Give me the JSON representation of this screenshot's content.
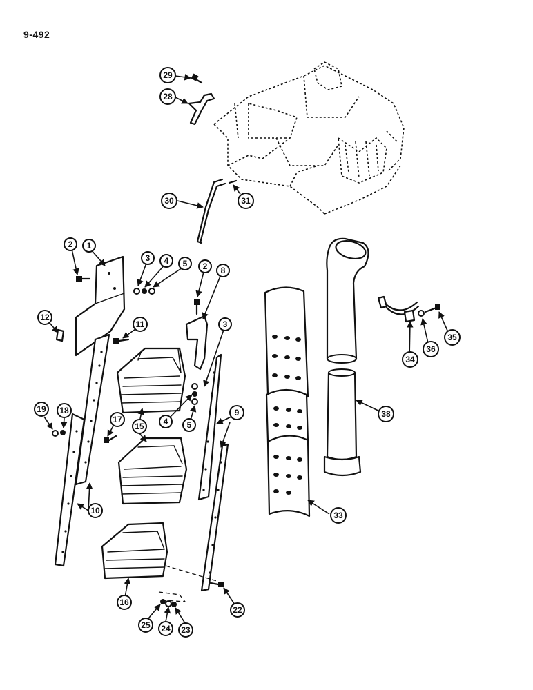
{
  "page_number": "9-492",
  "callouts": [
    "1",
    "2",
    "2",
    "3",
    "3",
    "4",
    "4",
    "5",
    "5",
    "8",
    "9",
    "10",
    "11",
    "12",
    "15",
    "16",
    "17",
    "18",
    "19",
    "22",
    "23",
    "24",
    "25",
    "28",
    "29",
    "30",
    "31",
    "33",
    "34",
    "35",
    "36",
    "38"
  ],
  "colors": {
    "ink": "#111111",
    "paper": "#ffffff"
  }
}
